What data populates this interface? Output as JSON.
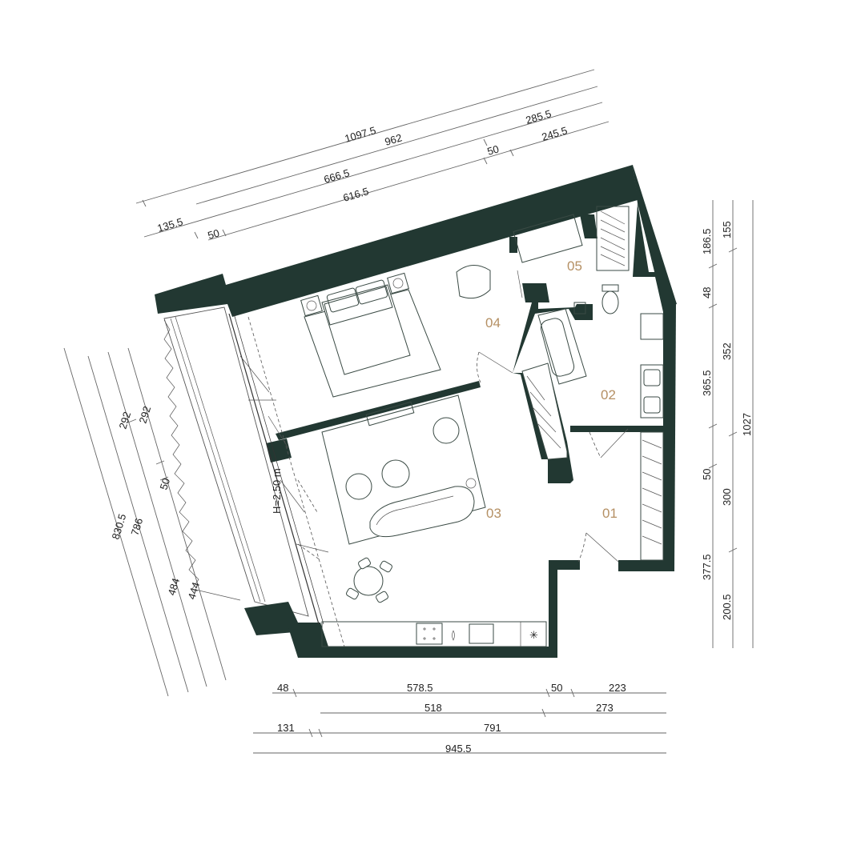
{
  "rooms": [
    {
      "id": "01"
    },
    {
      "id": "02"
    },
    {
      "id": "03"
    },
    {
      "id": "04"
    },
    {
      "id": "05"
    }
  ],
  "ceiling_height": "H=2.50 m",
  "dimensions": {
    "top": [
      "1097.5",
      "962",
      "285.5",
      "666.5",
      "135.5",
      "50",
      "245.5",
      "616.5",
      "50"
    ],
    "right": [
      "186.5",
      "155",
      "48",
      "352",
      "365.5",
      "1027",
      "50",
      "300",
      "377.5",
      "200.5"
    ],
    "left": [
      "830.5",
      "786",
      "292",
      "292",
      "50",
      "484",
      "444"
    ],
    "bottom": [
      "48",
      "578.5",
      "50",
      "223",
      "518",
      "273",
      "131",
      "791",
      "945.5"
    ]
  },
  "colors": {
    "wall": "#223832",
    "room_label": "#b59064"
  }
}
